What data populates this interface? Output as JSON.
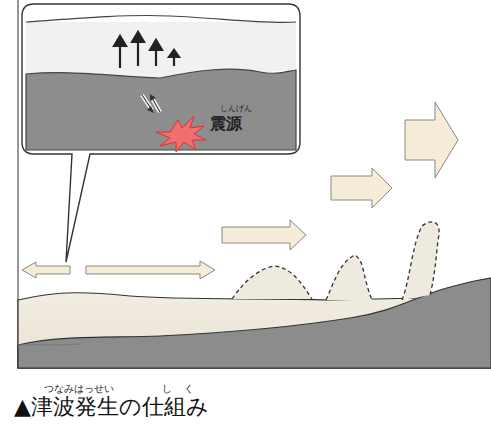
{
  "diagram": {
    "caption": "▲津波発生の仕組み",
    "labels": [
      "しんげん",
      "震源",
      "つなみはっせい",
      "しく"
    ]
  }
}
